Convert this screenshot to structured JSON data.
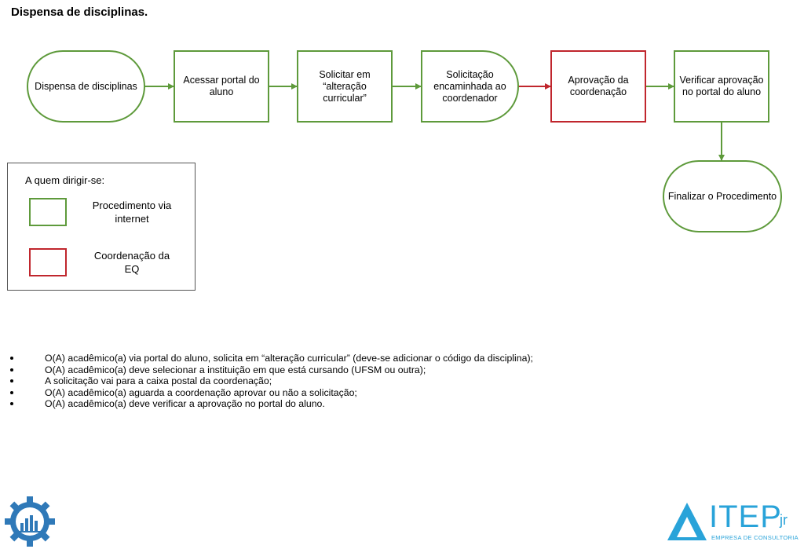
{
  "title": "Dispensa de disciplinas.",
  "flow": {
    "start": "Dispensa de disciplinas",
    "step1": "Acessar portal do aluno",
    "step2": "Solicitar em “alteração curricular”",
    "step3": "Solicitação encaminhada ao coordenador",
    "step4": "Aprovação da coordenação",
    "step5": "Verificar aprovação no portal do aluno",
    "end": "Finalizar o Procedimento"
  },
  "legend": {
    "title": "A quem dirigir-se:",
    "items": [
      {
        "label": "Procedimento via internet",
        "color": "#5e9a3b"
      },
      {
        "label": "Coordenação da EQ",
        "color": "#c0262d"
      }
    ]
  },
  "bullets": [
    "O(A) acadêmico(a) via portal do aluno, solicita em “alteração curricular” (deve-se adicionar o código da disciplina);",
    "O(A) acadêmico(a) deve selecionar a instituição em que está cursando (UFSM ou outra);",
    "A solicitação vai para a caixa postal da coordenação;",
    "O(A) acadêmico(a) aguarda a coordenação aprovar ou não a solicitação;",
    "O(A) acadêmico(a) deve verificar a aprovação no portal do aluno."
  ],
  "logos": {
    "right_word": "ITEP",
    "right_suffix": "jr",
    "right_tagline": "EMPRESA DE CONSULTORIA",
    "brand_color": "#29a3d9",
    "left_icon": "gear-logo-icon"
  },
  "colors": {
    "green": "#5e9a3b",
    "red": "#c0262d"
  }
}
